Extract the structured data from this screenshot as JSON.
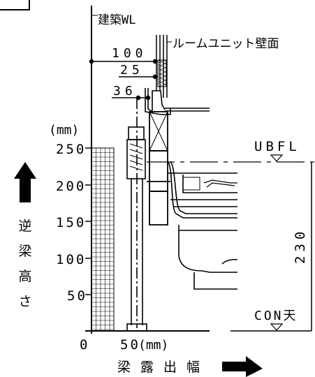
{
  "diagram": {
    "labels": {
      "wall_line": "建築WL",
      "room_wall": "ルームユニット壁面",
      "dim_100": "100",
      "dim_25": "25",
      "dim_36": "36",
      "dim_230": "230",
      "ubfl": "UBFL",
      "con": "CON天",
      "y_unit": "(mm)",
      "x_unit": "(mm)",
      "x_axis_title": "梁露出幅",
      "y_axis_title": "逆梁高さ"
    },
    "y_ticks": [
      "250",
      "200",
      "150",
      "100",
      "50"
    ],
    "x_ticks": [
      "0",
      "50"
    ],
    "colors": {
      "ink": "#000000",
      "grid": "#000000"
    }
  }
}
